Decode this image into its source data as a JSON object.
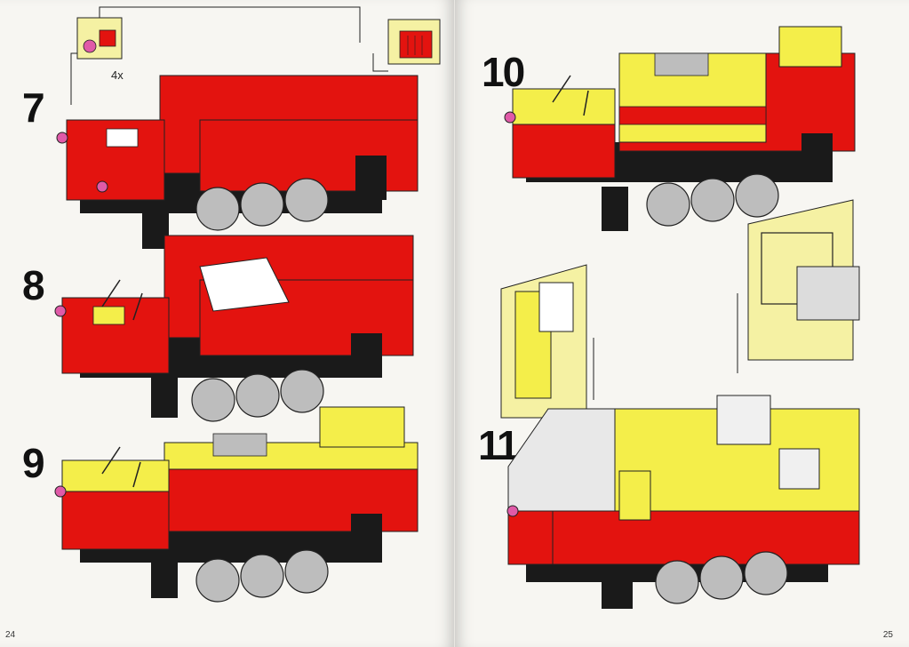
{
  "left_page": {
    "number": "24",
    "steps": [
      {
        "label": "7"
      },
      {
        "label": "8"
      },
      {
        "label": "9"
      }
    ],
    "callout": {
      "quantity": "4x"
    }
  },
  "right_page": {
    "number": "25",
    "steps": [
      {
        "label": "10"
      },
      {
        "label": "11"
      }
    ]
  },
  "colors": {
    "red": "#e3130f",
    "yellow": "#f4ee4a",
    "black": "#1a1a1a",
    "grey": "#bdbdbd",
    "callout_bg": "#f5f1a3",
    "pink": "#e05aa8"
  }
}
